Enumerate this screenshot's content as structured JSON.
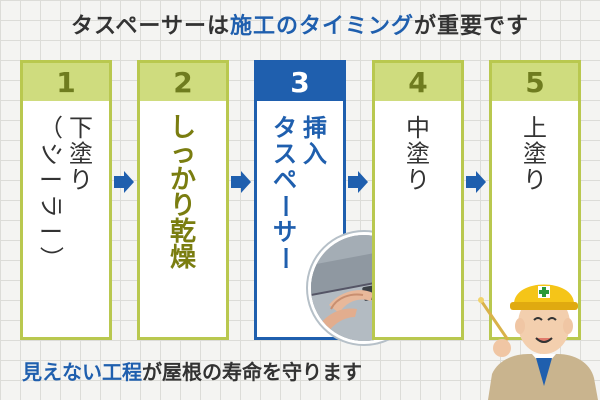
{
  "headline": {
    "pre": "タスペーサーは",
    "highlight": "施工のタイミング",
    "post": "が重要です"
  },
  "steps": [
    {
      "number": "1",
      "label_cols": [
        [
          "下",
          "塗",
          "り"
        ],
        [
          "（",
          "シ",
          "ー",
          "ラ",
          "ー",
          "）"
        ]
      ]
    },
    {
      "number": "2",
      "label_cols": [
        [
          "し",
          "っ",
          "か",
          "り",
          "乾",
          "燥"
        ]
      ]
    },
    {
      "number": "3",
      "label_cols": [
        [
          "挿",
          "入"
        ],
        [
          "タ",
          "ス",
          "ペ",
          "ー",
          "サ",
          "ー"
        ]
      ]
    },
    {
      "number": "4",
      "label_cols": [
        [
          "中",
          "塗",
          "り"
        ]
      ]
    },
    {
      "number": "5",
      "label_cols": [
        [
          "上",
          "塗",
          "り"
        ]
      ]
    }
  ],
  "footer": {
    "highlight": "見えない工程",
    "post": "が屋根の寿命を守ります"
  },
  "colors": {
    "accent": "#1f5fae",
    "step_border": "#b9c84f",
    "step_header": "#cfdc7e",
    "emphasis": "#7a7d10"
  },
  "icons": [
    "arrow-right-icon",
    "arrow-right-icon",
    "arrow-right-icon",
    "arrow-right-icon"
  ],
  "illustrations": [
    "tasupesa-insertion-photo",
    "construction-worker-mascot"
  ]
}
